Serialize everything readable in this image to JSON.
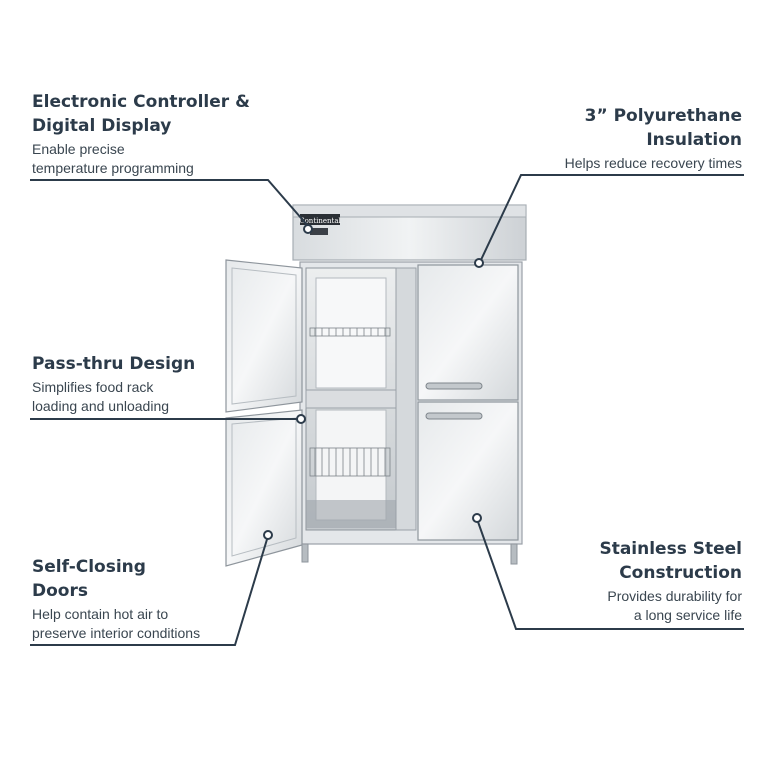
{
  "callouts": {
    "controller": {
      "title": "Electronic Controller &\nDigital Display",
      "desc": "Enable precise\ntemperature programming"
    },
    "insulation": {
      "title": "3” Polyurethane\nInsulation",
      "desc": "Helps reduce recovery times"
    },
    "passthru": {
      "title": "Pass-thru Design",
      "desc": "Simplifies food rack\nloading and unloading"
    },
    "selfclose": {
      "title": "Self-Closing\nDoors",
      "desc": "Help contain hot air to\npreserve interior conditions"
    },
    "steel": {
      "title": "Stainless Steel\nConstruction",
      "desc": "Provides durability for\na long service life"
    }
  },
  "product": {
    "brand_label": "Continental"
  },
  "colors": {
    "text_dark": "#2c3b4a",
    "leader_line": "#2c3b4a",
    "steel_light": "#e9ebed",
    "steel_mid": "#c9cdd1",
    "steel_dark": "#8d949b"
  }
}
